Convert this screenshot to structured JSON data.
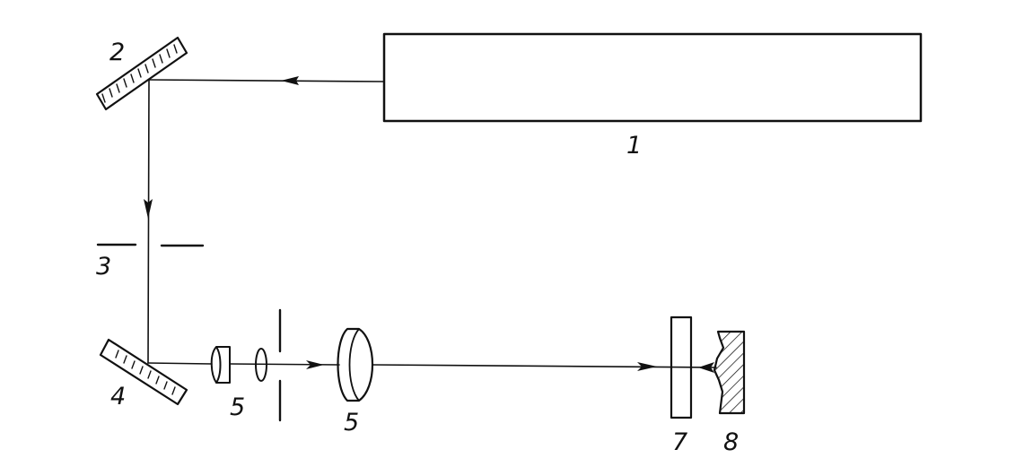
{
  "colors": {
    "ink": "#111111",
    "background": "#ffffff"
  },
  "labels": {
    "laser": "1",
    "mirror_top": "2",
    "aperture": "3",
    "mirror_bottom": "4",
    "telescope": "5",
    "lens": "5",
    "plate": "7",
    "target": "8"
  }
}
